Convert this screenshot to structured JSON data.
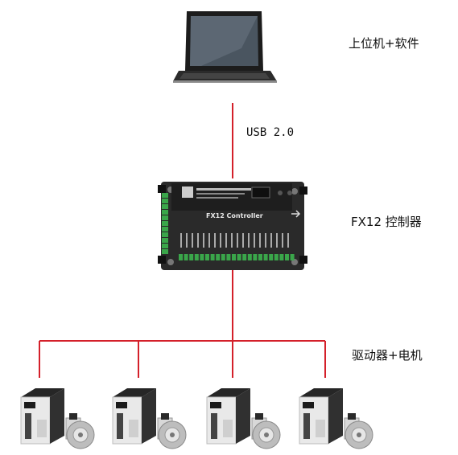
{
  "labels": {
    "pc": "上位机+软件",
    "link": "USB 2.0",
    "controller": "FX12 控制器",
    "drives": "驱动器+电机"
  },
  "controller_board": {
    "title": "FX12 Controller"
  },
  "colors": {
    "line": "#d4202a",
    "board": "#2a2a2a",
    "terminal": "#3aa64a",
    "laptop": "#1c1c1c"
  },
  "drive_count": 4
}
